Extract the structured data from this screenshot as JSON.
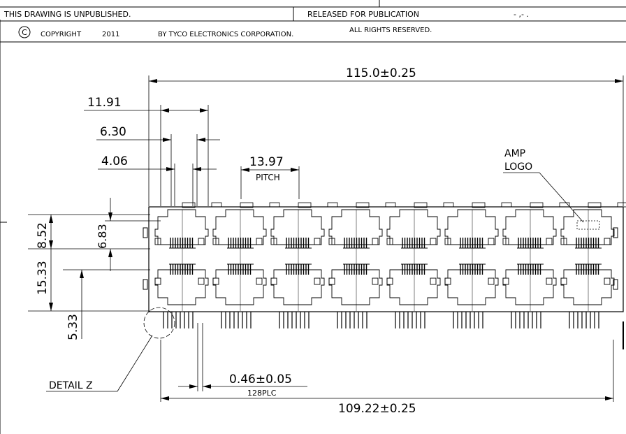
{
  "title_block": {
    "unpublished": "THIS DRAWING IS UNPUBLISHED.",
    "released": "RELEASED FOR PUBLICATION",
    "date_marks": "- ,-   .",
    "copyright_symbol": "C",
    "copyright": "COPYRIGHT",
    "year": "2011",
    "by": "BY TYCO ELECTRONICS CORPORATION.",
    "rights": "ALL RIGHTS RESERVED."
  },
  "dimensions": {
    "overall_width": "115.0±0.25",
    "dim_1191": "11.91",
    "dim_630": "6.30",
    "dim_406": "4.06",
    "pitch_value": "13.97",
    "pitch_label": "PITCH",
    "amp_logo_line1": "AMP",
    "amp_logo_line2": "LOGO",
    "dim_852": "8.52",
    "dim_683": "6.83",
    "dim_1533": "15.33",
    "dim_533": "5.33",
    "pin_width": "0.46±0.05",
    "pin_count": "128PLC",
    "pin_span": "109.22±0.25",
    "detail_label": "DETAIL Z"
  },
  "connector": {
    "ports_per_row": 8,
    "rows": 2,
    "pins_per_port": 8
  }
}
